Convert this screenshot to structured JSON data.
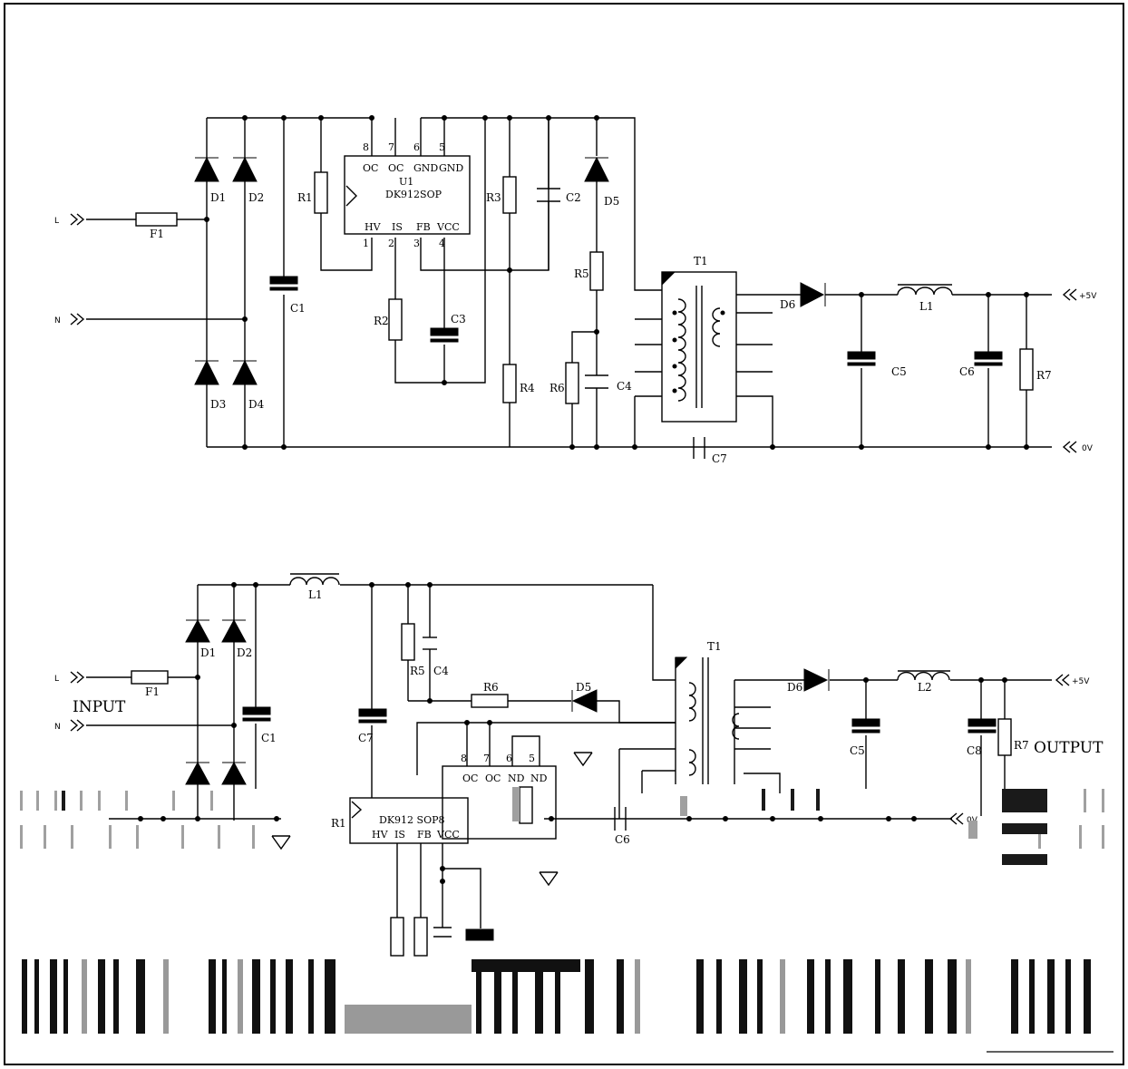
{
  "top": {
    "terminals": {
      "L": "L",
      "N": "N",
      "out_pos": "+5V",
      "out_neg": "0V"
    },
    "labels": {
      "F1": "F1",
      "D1": "D1",
      "D2": "D2",
      "D3": "D3",
      "D4": "D4",
      "D5": "D5",
      "D6": "D6",
      "C1": "C1",
      "C2": "C2",
      "C3": "C3",
      "C4": "C4",
      "C5": "C5",
      "C6": "C6",
      "C7": "C7",
      "R1": "R1",
      "R2": "R2",
      "R3": "R3",
      "R4": "R4",
      "R5": "R5",
      "R6": "R6",
      "R7": "R7",
      "T1": "T1",
      "L1": "L1"
    },
    "ic": {
      "ref": "U1",
      "part": "DK912SOP",
      "top_pins": [
        "8",
        "7",
        "6",
        "5"
      ],
      "top_names": [
        "OC",
        "OC",
        "GND",
        "GND"
      ],
      "bottom_pins": [
        "1",
        "2",
        "3",
        "4"
      ],
      "bottom_names": [
        "HV",
        "IS",
        "FB",
        "VCC"
      ]
    }
  },
  "bottom": {
    "terminals": {
      "L": "L",
      "N": "N",
      "out_pos": "+5V",
      "out_neg": "0V"
    },
    "input_label": "INPUT",
    "output_label": "OUTPUT",
    "labels": {
      "L1": "L1",
      "L2": "L2",
      "F1": "F1",
      "D1": "D1",
      "D2": "D2",
      "D5": "D5",
      "D6": "D6",
      "C1": "C1",
      "C4": "C4",
      "C5": "C5",
      "C6": "C6",
      "C7": "C7",
      "C8": "C8",
      "R1": "R1",
      "R5": "R5",
      "R6": "R6",
      "R7": "R7",
      "T1": "T1"
    },
    "ic": {
      "part": "DK912 SOP8",
      "top_pins": [
        "8",
        "7",
        "6",
        "5"
      ],
      "top_names": [
        "OC",
        "OC",
        "ND",
        "ND"
      ],
      "bottom_names": [
        "HV",
        "IS",
        "FB",
        "VCC"
      ]
    }
  },
  "colors": {
    "ink": "#000000",
    "corrupt_gray": "#9a9a9a",
    "corrupt_dark": "#1a1a1a"
  }
}
